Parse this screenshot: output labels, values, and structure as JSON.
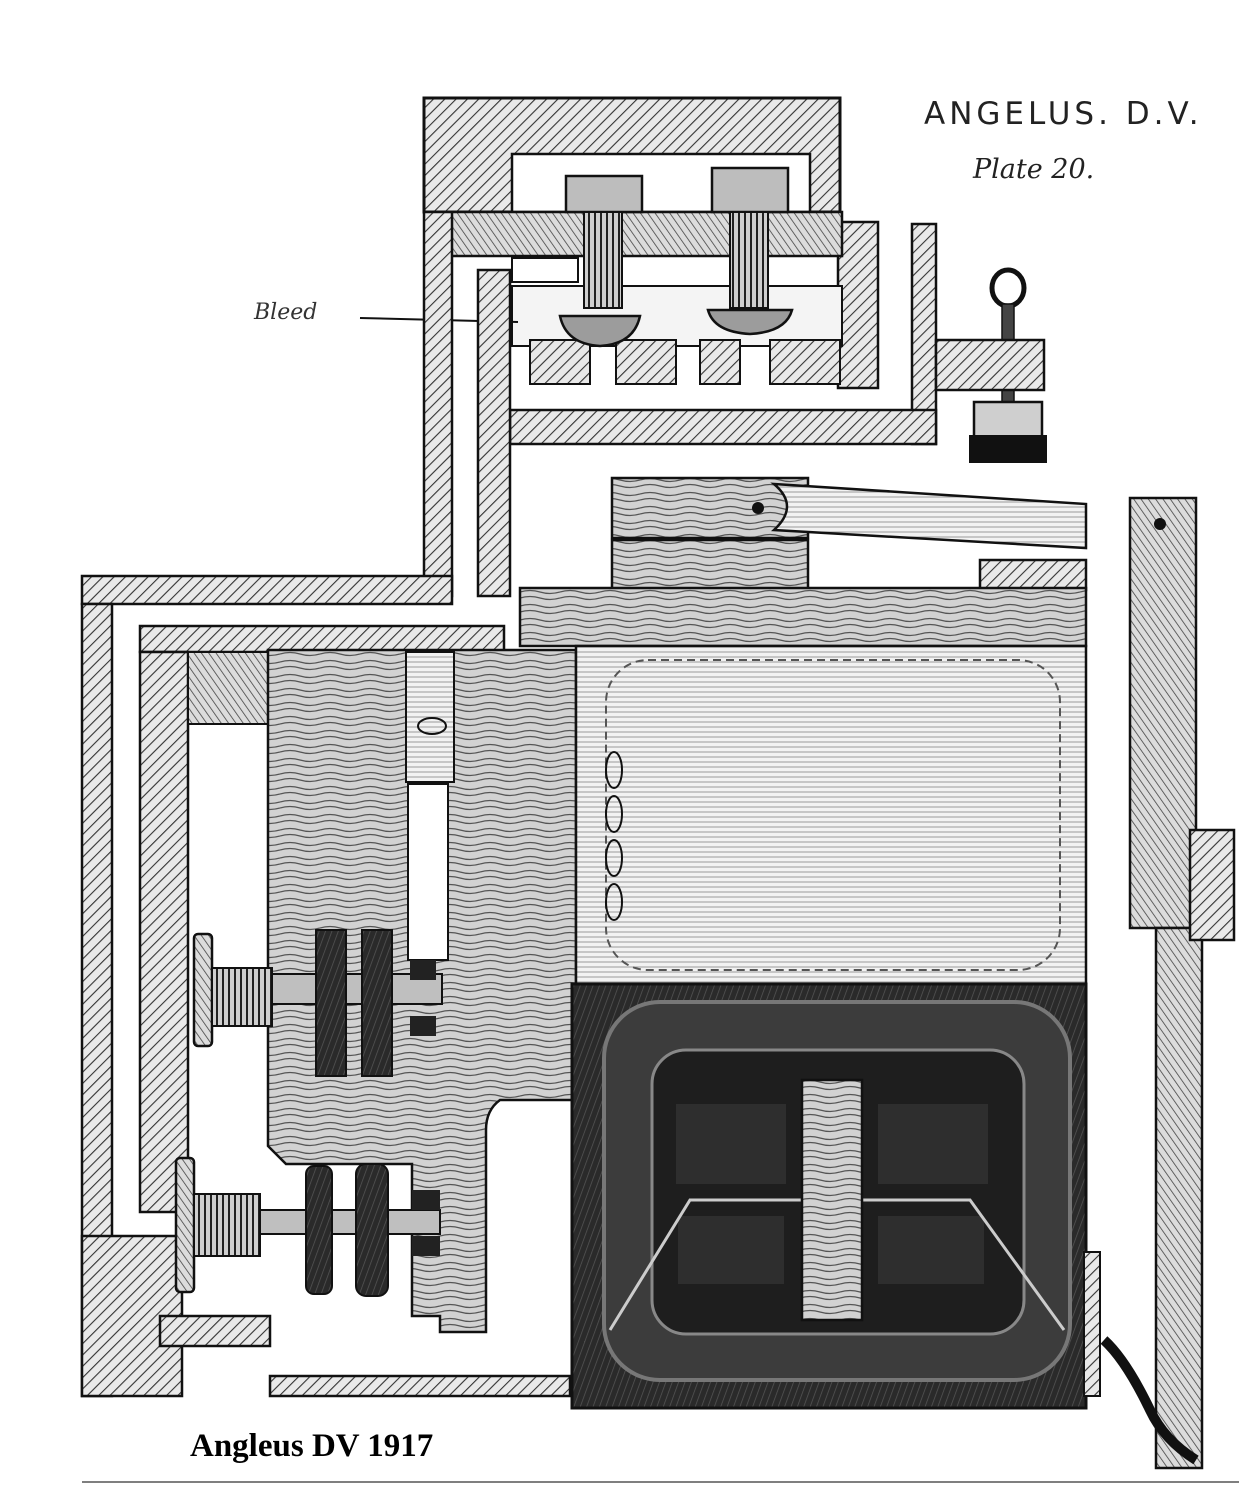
{
  "header": {
    "title": "ANGELUS. D.V.",
    "plate": "Plate 20."
  },
  "labels": {
    "bleed": "Bleed"
  },
  "caption": "Angleus  DV  1917"
}
